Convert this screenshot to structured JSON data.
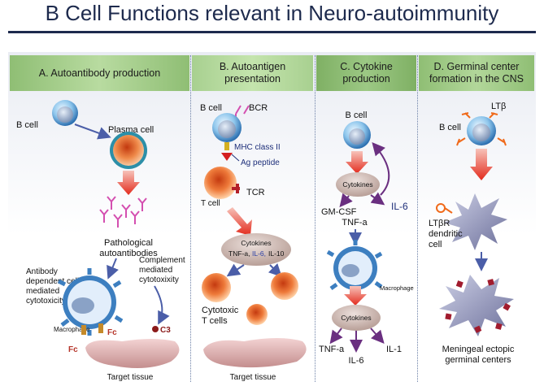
{
  "title": "B Cell Functions relevant in Neuro-autoimmunity",
  "colors": {
    "header_bg": "#a9cf8f",
    "header_bg_dark": "#8fbe74",
    "title": "#1d2a4d",
    "arrow_red": "#e33a2b",
    "arrow_blue": "#4b5ea8",
    "antibody": "#d44fb0",
    "cytokine": "#c8b4ae"
  },
  "panels": [
    {
      "header": "A. Autoantibody production",
      "labels": {
        "b_cell": "B cell",
        "plasma_cell": "Plasma cell",
        "pathological": "Pathological",
        "autoantibodies": "autoantibodies",
        "adcc1": "Antibody",
        "adcc2": "dependent cell",
        "adcc3": "mediated",
        "adcc4": "cytotoxicity",
        "comp1": "Complement",
        "comp2": "mediated",
        "comp3": "cytotoxixity",
        "macrophage": "Macrophage",
        "fc1": "Fc",
        "fc2": "Fc",
        "c3": "C3",
        "target": "Target tissue"
      }
    },
    {
      "header": "B. Autoantigen presentation",
      "labels": {
        "b_cell": "B cell",
        "bcr": "BCR",
        "mhc": "MHC class II",
        "ag": "Ag peptide",
        "t_cell": "T cell",
        "tcr": "TCR",
        "cytokines": "Cytokines",
        "cyt_tnf": "TNF-a,",
        "cyt_il6": "IL-6,",
        "cyt_il10": "IL-10",
        "cytotoxic1": "Cytotoxic",
        "cytotoxic2": "T cells",
        "target": "Target tissue"
      }
    },
    {
      "header": "C. Cytokine production",
      "labels": {
        "b_cell": "B cell",
        "cytokines1": "Cytokines",
        "il6_top": "IL-6",
        "gmcsf": "GM-CSF",
        "tnf_top": "TNF-a",
        "macrophage": "Macrophage",
        "cytokines2": "Cytokines",
        "tnf_bottom": "TNF-a",
        "il1": "IL-1",
        "il6_bottom": "IL-6"
      }
    },
    {
      "header": "D. Germinal center formation in the CNS",
      "labels": {
        "lt_beta": "LTβ",
        "b_cell": "B cell",
        "ltbr": "LTβR",
        "dendritic1": "dendritic",
        "dendritic2": "cell",
        "meningeal1": "Meningeal ectopic",
        "meningeal2": "germinal centers"
      }
    }
  ]
}
